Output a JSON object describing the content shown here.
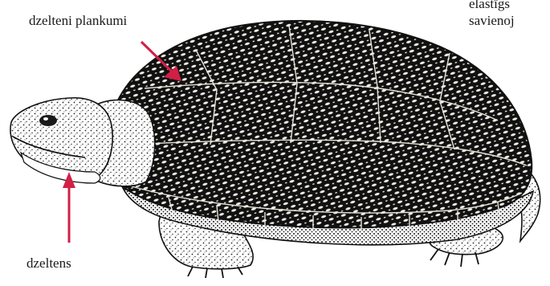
{
  "labels": {
    "spots": "dzelteni plankumi",
    "throat": "dzeltens",
    "corner_line1": "elastīgs",
    "corner_line2": "savienoj"
  },
  "colors": {
    "arrow": "#d21f46",
    "ink": "#111111",
    "shell_pattern": "#f4f1e8"
  }
}
